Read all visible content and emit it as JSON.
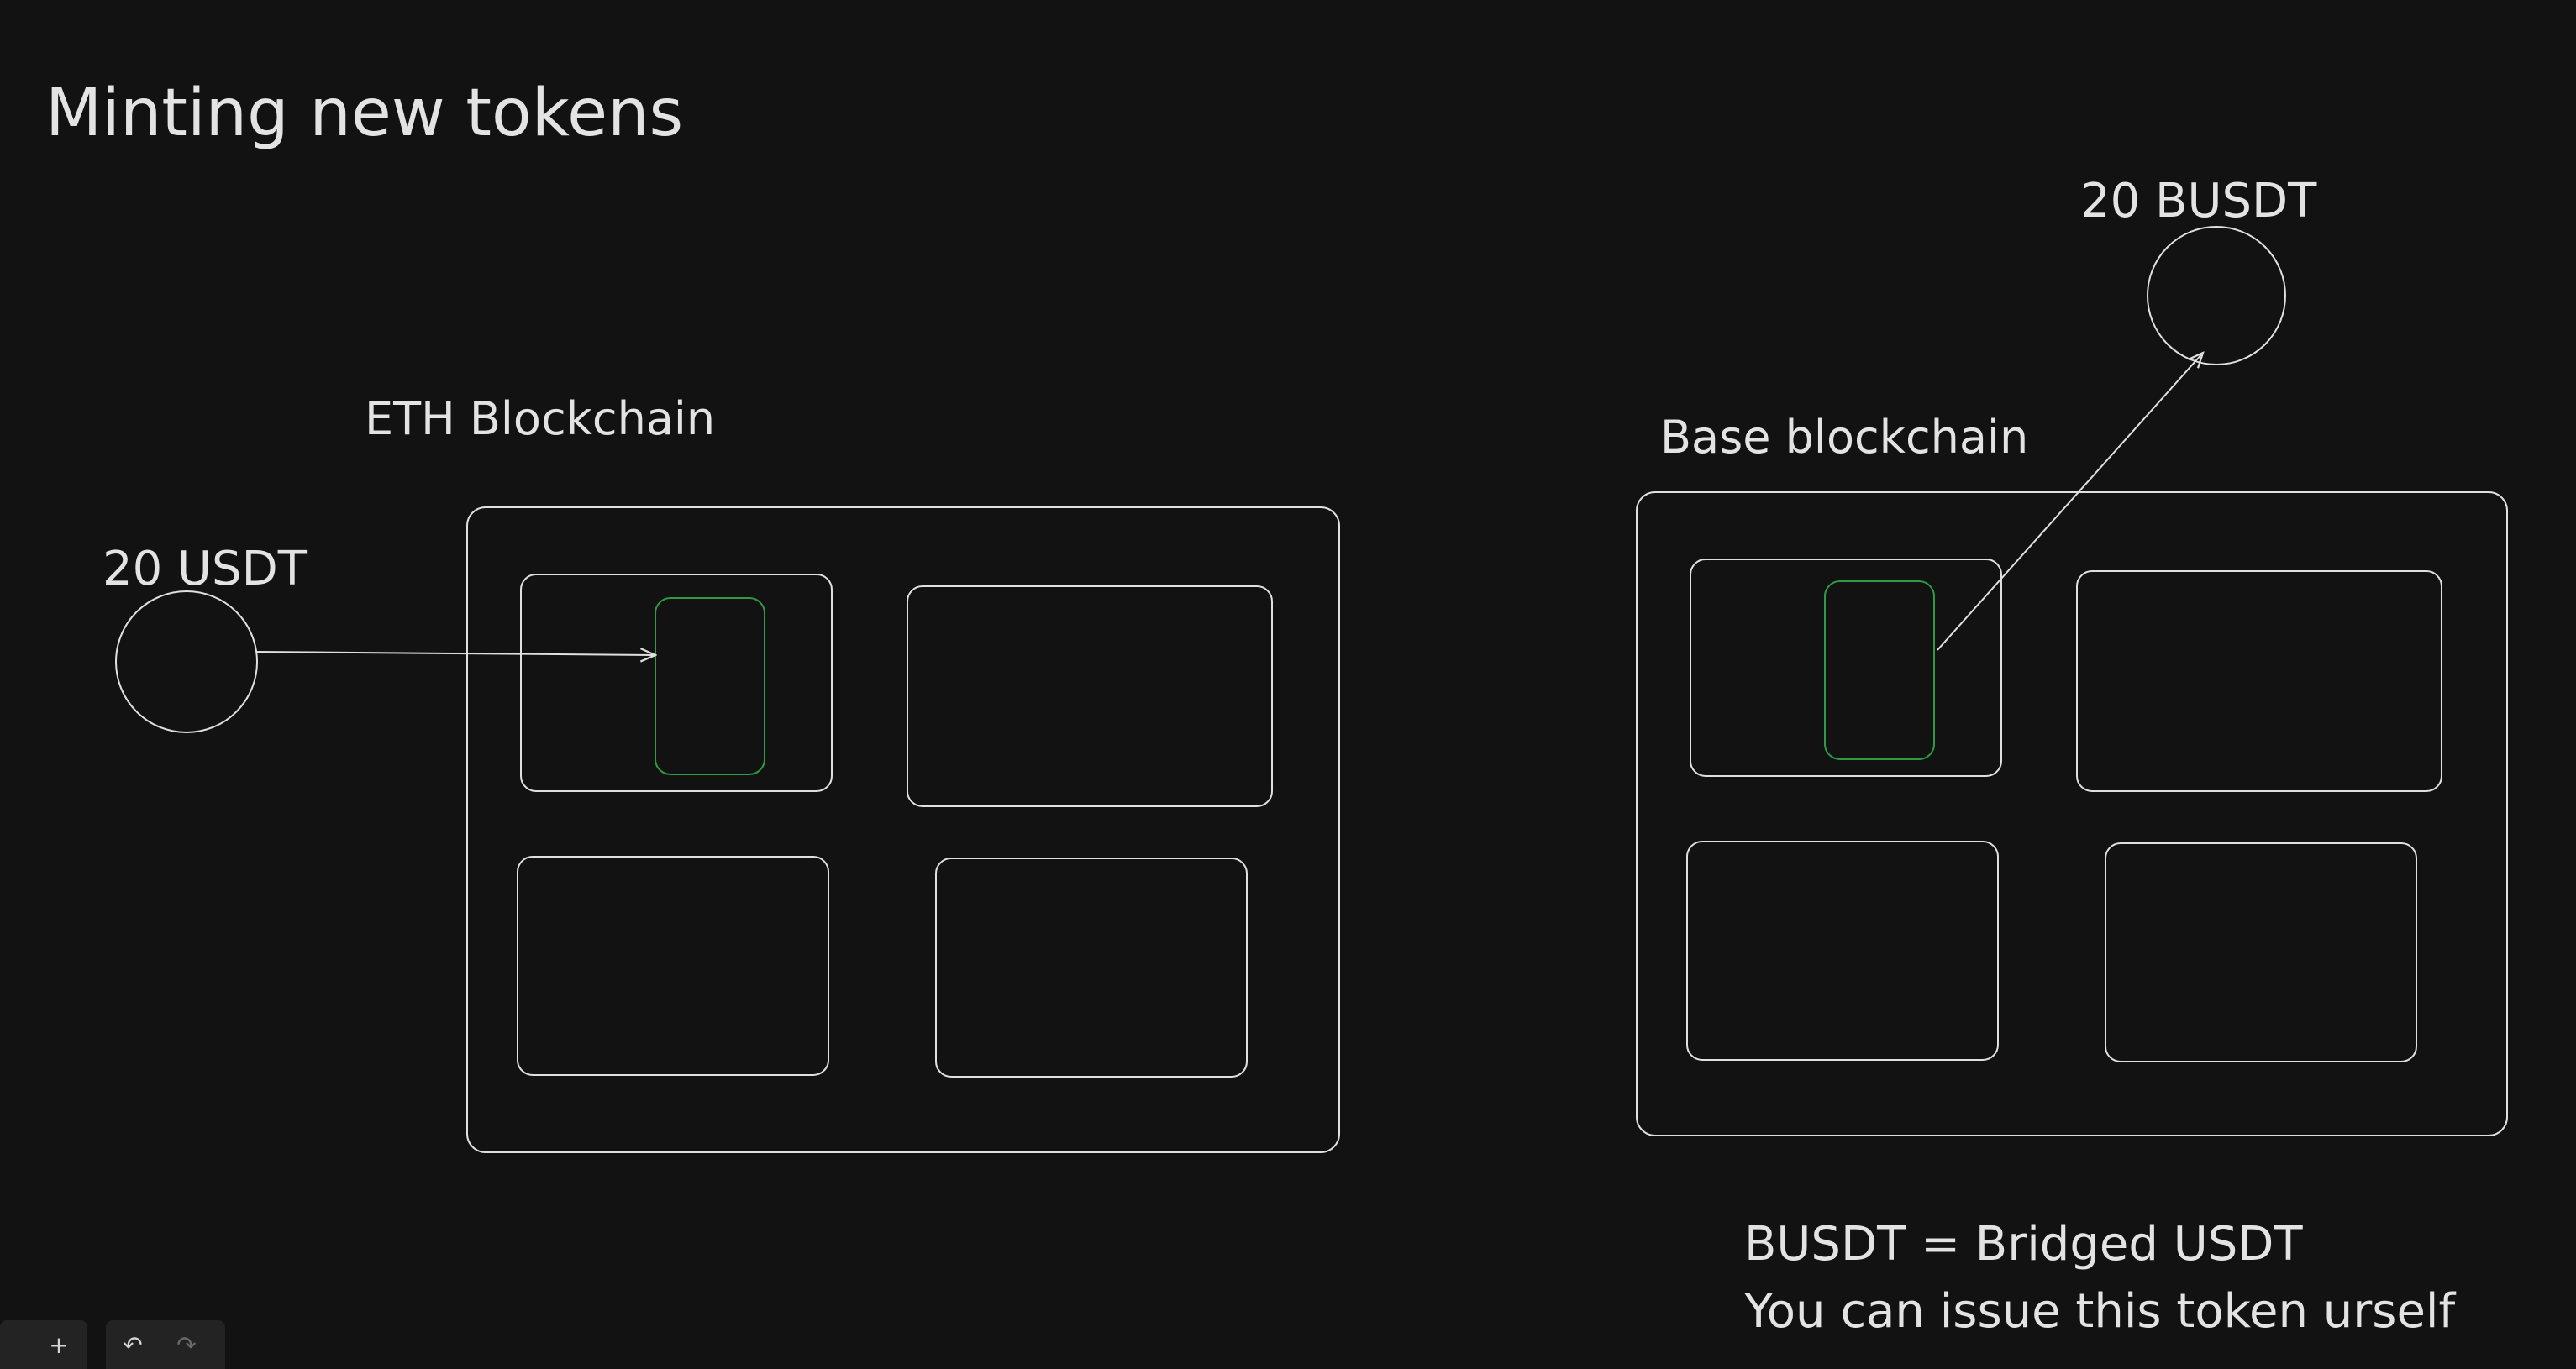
{
  "title": "Minting new tokens",
  "eth_label": "ETH Blockchain",
  "base_label": "Base blockchain",
  "usdt_token": "20 USDT",
  "busdt_token": "20 BUSDT",
  "notes": {
    "line1": "BUSDT = Bridged USDT",
    "line2": "You can issue this token urself"
  },
  "toolbar": {
    "zoom_in": "+",
    "undo": "↶",
    "redo": "↷"
  },
  "colors": {
    "background": "#121212",
    "stroke": "#e0e0e0",
    "highlight": "#2f9a45"
  }
}
